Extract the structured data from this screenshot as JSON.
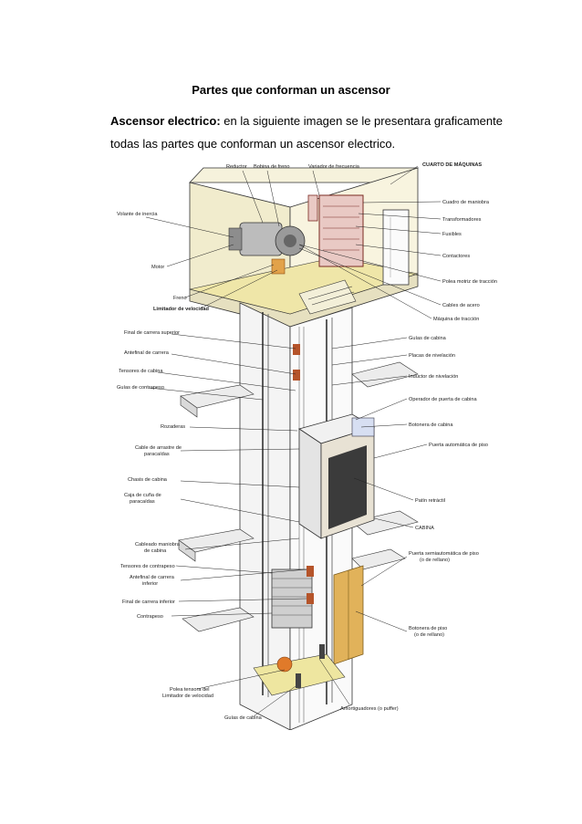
{
  "document": {
    "title": "Partes que conforman un ascensor",
    "intro_bold": "Ascensor electrico:",
    "intro_text": " en la siguiente imagen se le presentara graficamente todas las partes que conforman un ascensor electrico."
  },
  "figure": {
    "labels": {
      "reductor": "Reductor",
      "bobina_freno": "Bobina de freno",
      "variador": "Variador de frecuencia",
      "cuarto": "CUARTO DE MÁQUINAS",
      "volante": "Volante de inercia",
      "cuadro": "Cuadro de maniobra",
      "transformadores": "Transformadores",
      "fusibles": "Fusibles",
      "contactores": "Contactores",
      "polea_motriz": "Polea motriz de tracción",
      "motor": "Motor",
      "cables_acero": "Cables de acero",
      "freno": "Freno",
      "limitador": "Limitador de velocidad",
      "maquina_traccion": "Máquina de tracción",
      "final_superior": "Final de carrera superior",
      "guias_cabina_top": "Guías de cabina",
      "antefinal": "Antefinal de carrera",
      "placas": "Placas de nivelación",
      "tensores_cabina": "Tensores de cabina",
      "inductor": "Inductor de nivelación",
      "guias_contrapeso": "Guías de contrapeso",
      "operador_puerta": "Operador de puerta de cabina",
      "botonera_cabina": "Botonera de cabina",
      "rozaderas": "Rozaderas",
      "puerta_automatica": "Puerta automática de piso",
      "cable_arrastre_1": "Cable de arrastre de",
      "cable_arrastre_2": "paracaídas",
      "chasis": "Chasis de cabina",
      "caja_cuna_1": "Caja de cuña de",
      "caja_cuna_2": "paracaídas",
      "patin": "Patín retráctil",
      "cabina": "CABINA",
      "cableado_1": "Cableado maniobra",
      "cableado_2": "de cabina",
      "puerta_semi_1": "Puerta semiautomática de piso",
      "puerta_semi_2": "(o de rellano)",
      "tensores_contrapeso": "Tensores de contrapeso",
      "antefinal_inf_1": "Antefinal de carrera",
      "antefinal_inf_2": "inferior",
      "final_inferior": "Final de carrera inferior",
      "contrapeso": "Contrapeso",
      "botonera_piso_1": "Botonera de piso",
      "botonera_piso_2": "(o de rellano)",
      "polea_tensora_1": "Polea tensora del",
      "polea_tensora_2": "Limitador de velocidad",
      "guias_cabina_bottom": "Guías de cabina",
      "amortiguadores": "Amortiguadores (o puffer)"
    }
  }
}
